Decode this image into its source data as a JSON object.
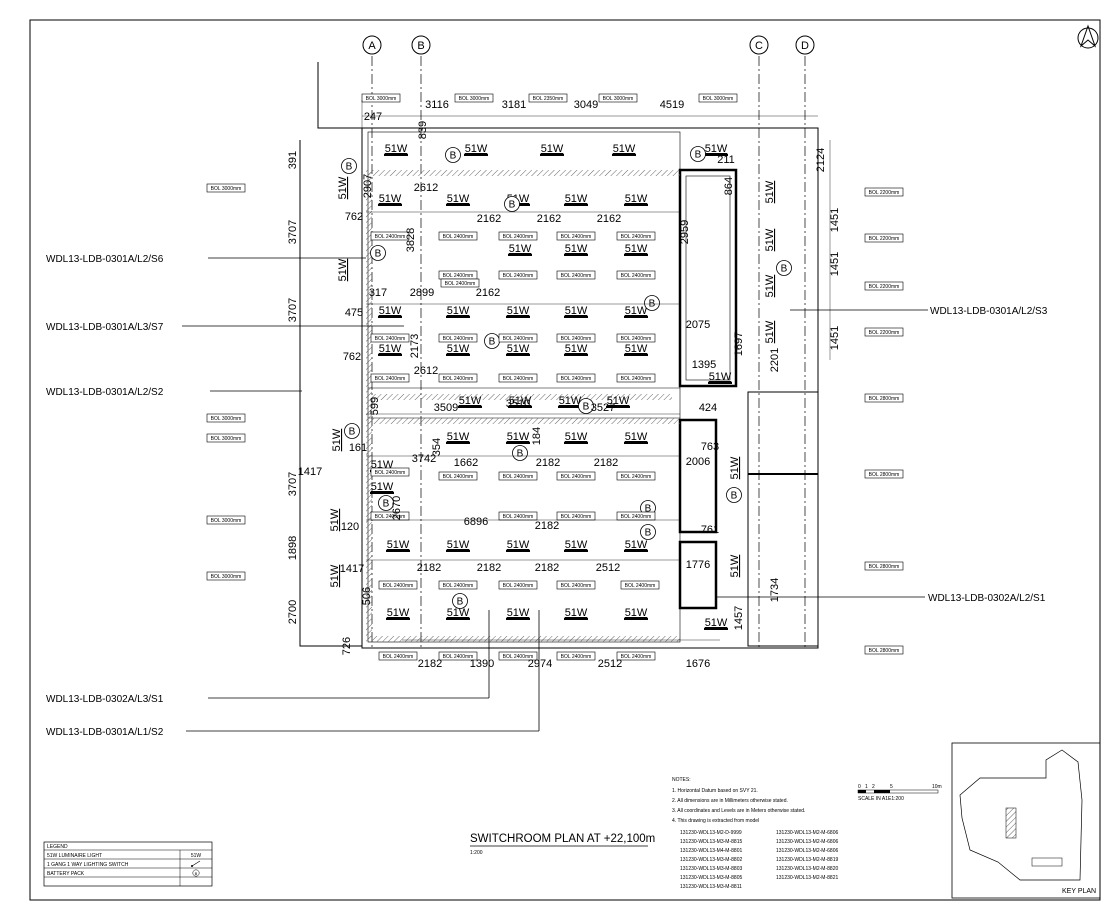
{
  "drawing": {
    "title": "SWITCHROOM PLAN AT +22,100m",
    "title_scale": "1:200",
    "key_plan_label": "KEY PLAN",
    "scale_label": "SCALE IN A1E1:200",
    "scale_ticks": [
      "0",
      "1",
      "2",
      "5",
      "10m"
    ],
    "north_arrow": "north-arrow-icon"
  },
  "grid_lines": [
    "A",
    "B",
    "C",
    "D"
  ],
  "circuits": [
    "WDL13-LDB-0301A/L2/S6",
    "WDL13-LDB-0301A/L3/S7",
    "WDL13-LDB-0301A/L2/S2",
    "WDL13-LDB-0302A/L3/S1",
    "WDL13-LDB-0301A/L1/S2",
    "WDL13-LDB-0301A/L2/S3",
    "WDL13-LDB-0302A/L2/S1"
  ],
  "luminaire_label": "51W",
  "battery_label": "B",
  "bol_tags": [
    "BOL 3000mm",
    "BOL 2350mm",
    "BOL 2400mm",
    "BOL 2200mm",
    "BOL 2800mm"
  ],
  "dimensions": {
    "top": [
      "247",
      "3116",
      "3181",
      "3049",
      "4519",
      "839"
    ],
    "left": [
      "391",
      "3707",
      "3707",
      "3707",
      "1898",
      "2700",
      "726",
      "1417",
      "762",
      "762",
      "475",
      "317",
      "161",
      "120",
      "1417",
      "506",
      "599"
    ],
    "right": [
      "2124",
      "1451",
      "1451",
      "1451",
      "2201",
      "1734",
      "1457",
      "211",
      "864",
      "1697",
      "2075",
      "1395",
      "763",
      "761",
      "1776",
      "424",
      "2006"
    ],
    "bottom": [
      "2182",
      "1390",
      "2974",
      "2512",
      "1676"
    ],
    "inner": [
      "2612",
      "2162",
      "2162",
      "2162",
      "2899",
      "2162",
      "2612",
      "3509",
      "3510",
      "3527",
      "3742",
      "1662",
      "2182",
      "2182",
      "6896",
      "2182",
      "2182",
      "2182",
      "2182",
      "2512",
      "2959",
      "3828",
      "2173",
      "354",
      "184",
      "2670",
      "2907"
    ]
  },
  "notes": {
    "heading": "NOTES:",
    "items": [
      "1. Horizontal Datum based on SVY 21.",
      "2. All dimensions are in Millimeters otherwise stated.",
      "3. All coordinates and Levels are in Meters otherwise stated.",
      "4. This drawing is extracted from model"
    ],
    "models_left": [
      "131230-WDL13-M2-D-9999",
      "131230-WDL13-M3-M-8815",
      "131230-WDL13-M4-M-8801",
      "131230-WDL13-M3-M-8802",
      "131230-WDL13-M3-M-8803",
      "131230-WDL13-M3-M-8805",
      "131230-WDL13-M3-M-8811"
    ],
    "models_right": [
      "131230-WDL13-M2-M-6806",
      "131230-WDL13-M2-M-6806",
      "131230-WDL13-M2-M-6806",
      "131230-WDL13-M2-M-8819",
      "131230-WDL13-M2-M-8820",
      "131230-WDL13-M2-M-8821"
    ]
  },
  "legend": {
    "heading": "LEGEND",
    "rows": [
      {
        "label": "51W LUMINAIRE LIGHT",
        "symbol": "51W"
      },
      {
        "label": "1 GANG 1 WAY LIGHTING SWITCH",
        "symbol": "switch-icon"
      },
      {
        "label": "BATTERY PACK",
        "symbol": "B"
      }
    ]
  },
  "colors": {
    "ink": "#000000",
    "paper": "#ffffff",
    "hatch": "#666666"
  }
}
